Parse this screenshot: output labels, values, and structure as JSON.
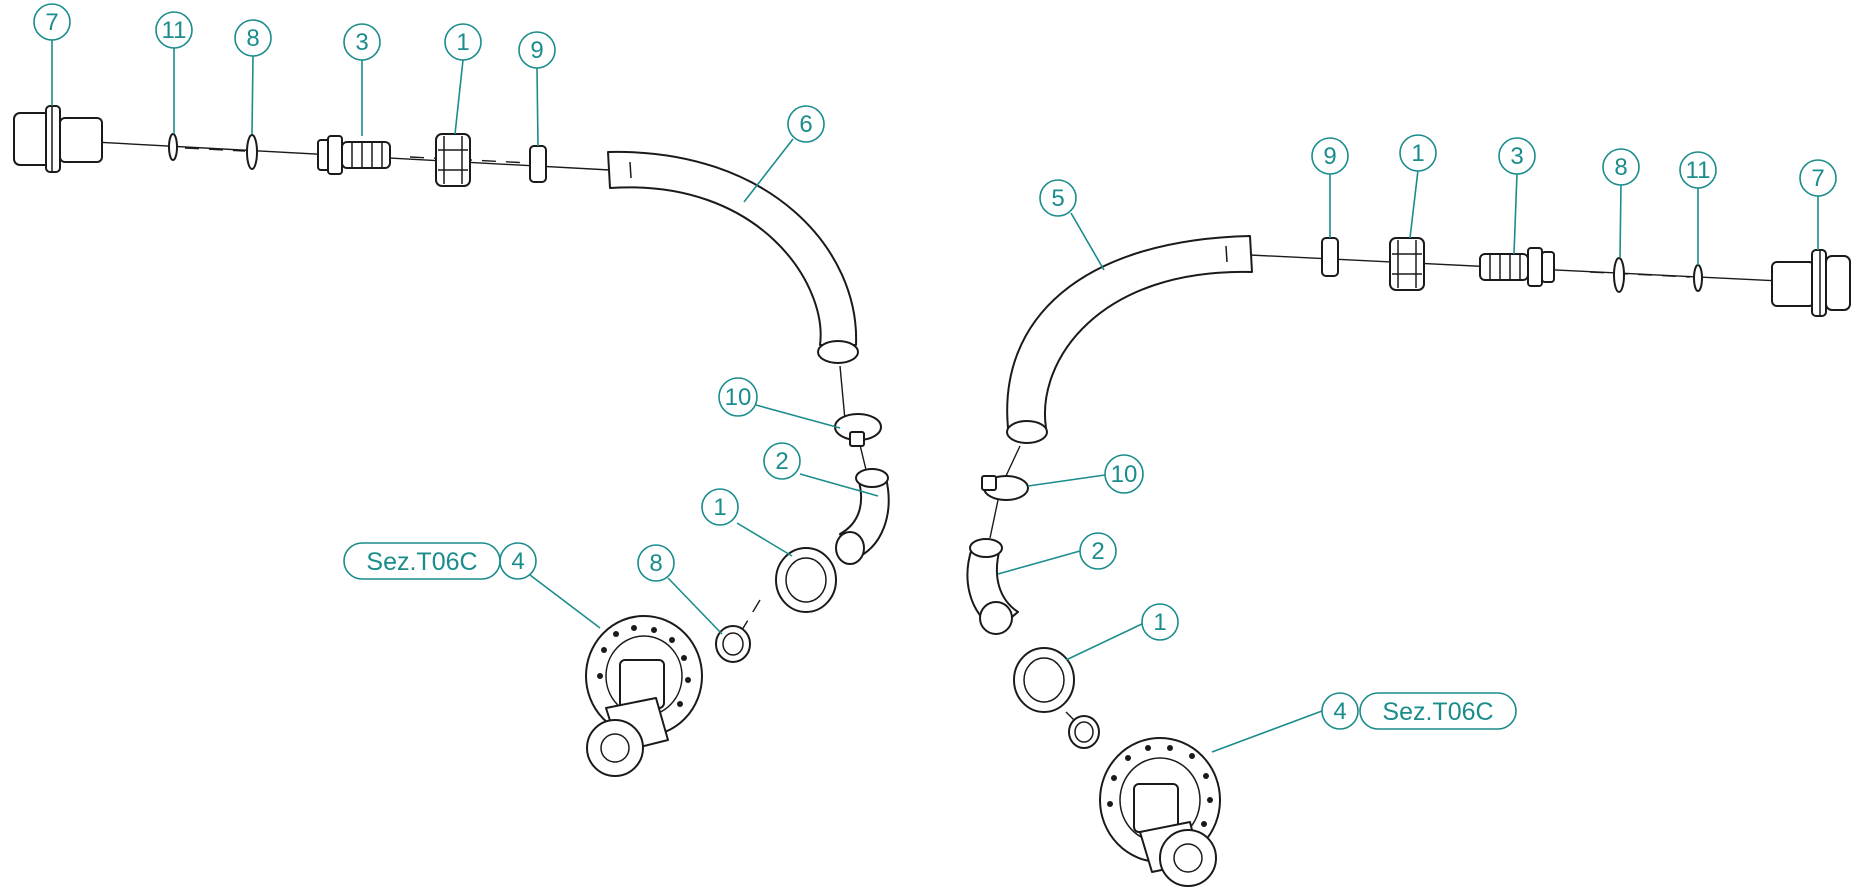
{
  "diagram": {
    "accent_color": "#1b8c8c",
    "line_color": "#1a1a1a",
    "callouts_left": [
      {
        "id": "c-l-7",
        "label": "7"
      },
      {
        "id": "c-l-11",
        "label": "11"
      },
      {
        "id": "c-l-8a",
        "label": "8"
      },
      {
        "id": "c-l-3",
        "label": "3"
      },
      {
        "id": "c-l-1a",
        "label": "1"
      },
      {
        "id": "c-l-9",
        "label": "9"
      },
      {
        "id": "c-l-6",
        "label": "6"
      },
      {
        "id": "c-l-10",
        "label": "10"
      },
      {
        "id": "c-l-2",
        "label": "2"
      },
      {
        "id": "c-l-1b",
        "label": "1"
      },
      {
        "id": "c-l-8b",
        "label": "8"
      },
      {
        "id": "c-l-4",
        "label": "4"
      }
    ],
    "callouts_right": [
      {
        "id": "c-r-9",
        "label": "9"
      },
      {
        "id": "c-r-1a",
        "label": "1"
      },
      {
        "id": "c-r-3",
        "label": "3"
      },
      {
        "id": "c-r-8",
        "label": "8"
      },
      {
        "id": "c-r-11",
        "label": "11"
      },
      {
        "id": "c-r-7",
        "label": "7"
      },
      {
        "id": "c-r-5",
        "label": "5"
      },
      {
        "id": "c-r-10",
        "label": "10"
      },
      {
        "id": "c-r-2",
        "label": "2"
      },
      {
        "id": "c-r-1b",
        "label": "1"
      },
      {
        "id": "c-r-4",
        "label": "4"
      }
    ],
    "section_ref_left": "Sez.T06C",
    "section_ref_right": "Sez.T06C"
  }
}
